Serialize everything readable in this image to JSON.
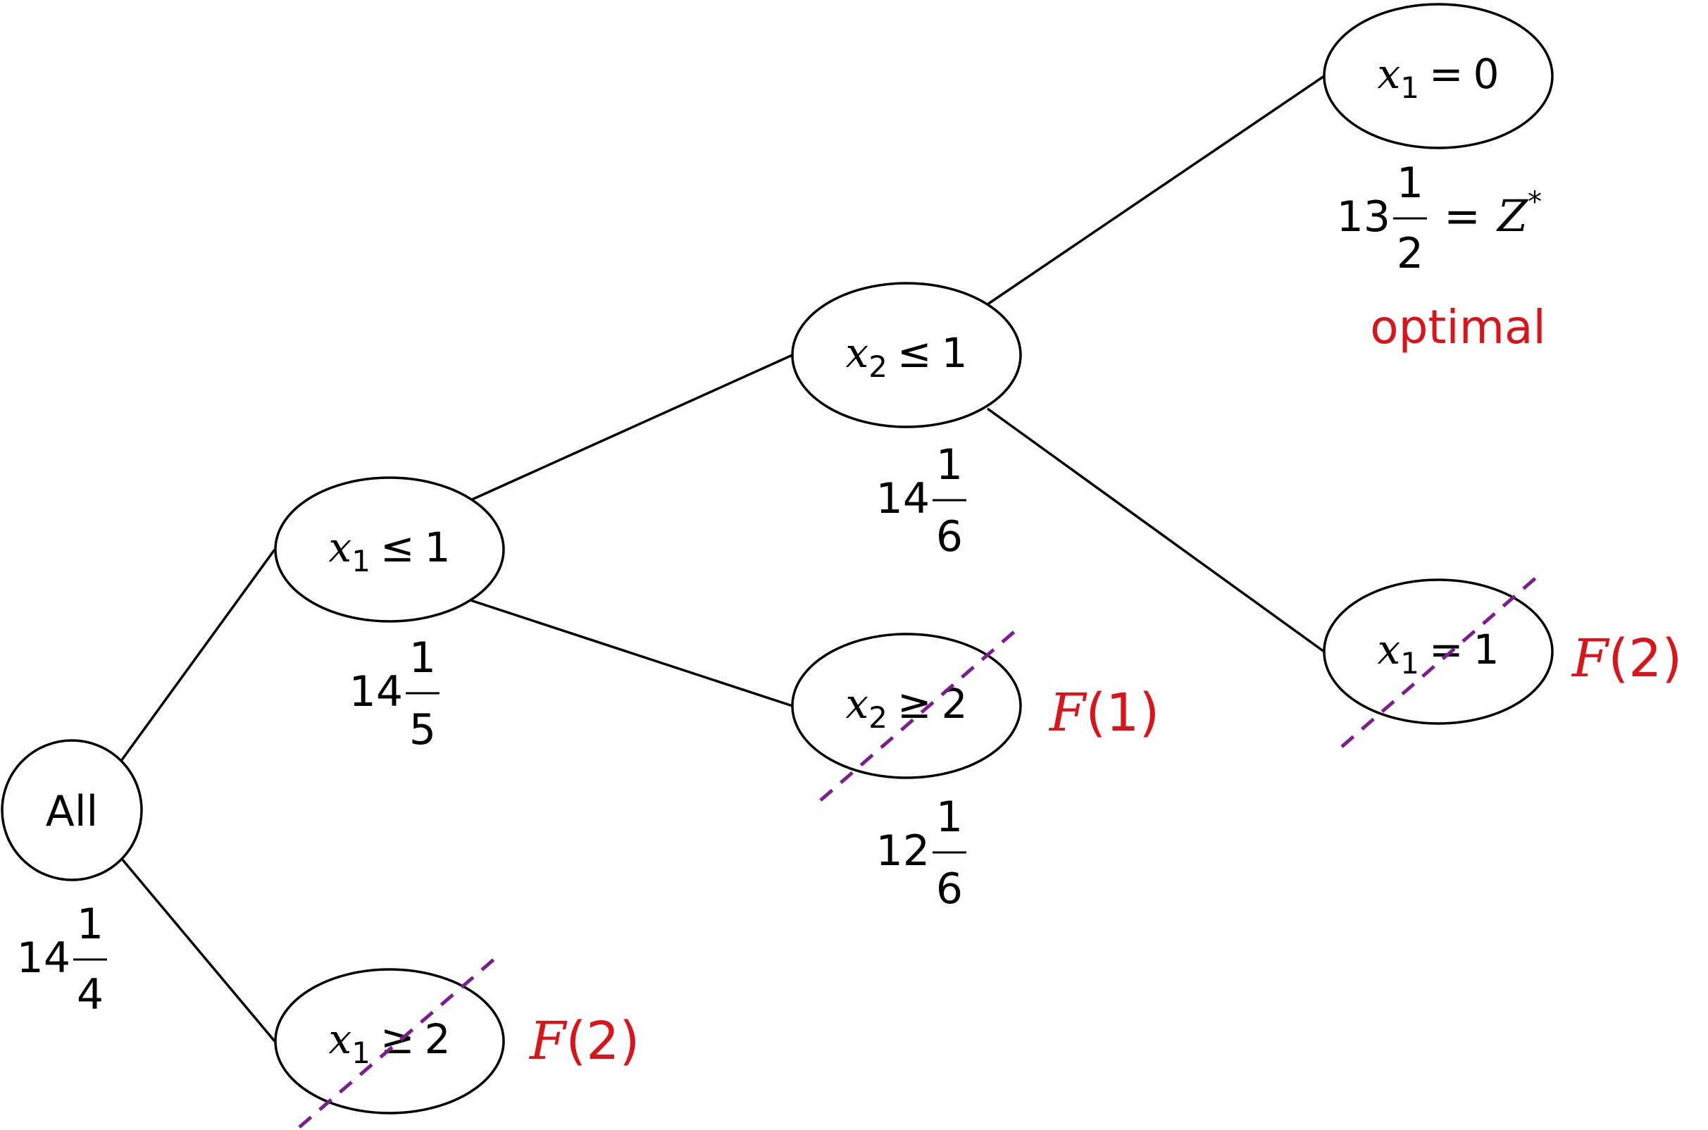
{
  "colors": {
    "edge": "#000000",
    "fathom_text": "#d9141b",
    "fathom_slash": "#7b1f8f"
  },
  "nodes": {
    "all": {
      "label": "All"
    },
    "n1": {
      "var": "x",
      "sub": "1",
      "op": "≤",
      "val": "1"
    },
    "n2": {
      "var": "x",
      "sub": "1",
      "op": "≥",
      "val": "2"
    },
    "n3": {
      "var": "x",
      "sub": "2",
      "op": "≤",
      "val": "1"
    },
    "n4": {
      "var": "x",
      "sub": "2",
      "op": "≥",
      "val": "2"
    },
    "n5": {
      "var": "x",
      "sub": "1",
      "op": "=",
      "val": "0"
    },
    "n6": {
      "var": "x",
      "sub": "1",
      "op": "=",
      "val": "1"
    }
  },
  "bounds": {
    "all": {
      "whole": "14",
      "num": "1",
      "den": "4"
    },
    "n1": {
      "whole": "14",
      "num": "1",
      "den": "5"
    },
    "n3": {
      "whole": "14",
      "num": "1",
      "den": "6"
    },
    "n4": {
      "whole": "12",
      "num": "1",
      "den": "6"
    },
    "n5": {
      "whole": "13",
      "num": "1",
      "den": "2",
      "eq": "=",
      "z": "Z",
      "star": "*"
    }
  },
  "fathom_labels": {
    "n2": {
      "letter": "F",
      "open": "(",
      "num": "2",
      "close": ")"
    },
    "n4": {
      "letter": "F",
      "open": "(",
      "num": "1",
      "close": ")"
    },
    "n6": {
      "letter": "F",
      "open": "(",
      "num": "2",
      "close": ")"
    }
  },
  "optimal_label": "optimal"
}
